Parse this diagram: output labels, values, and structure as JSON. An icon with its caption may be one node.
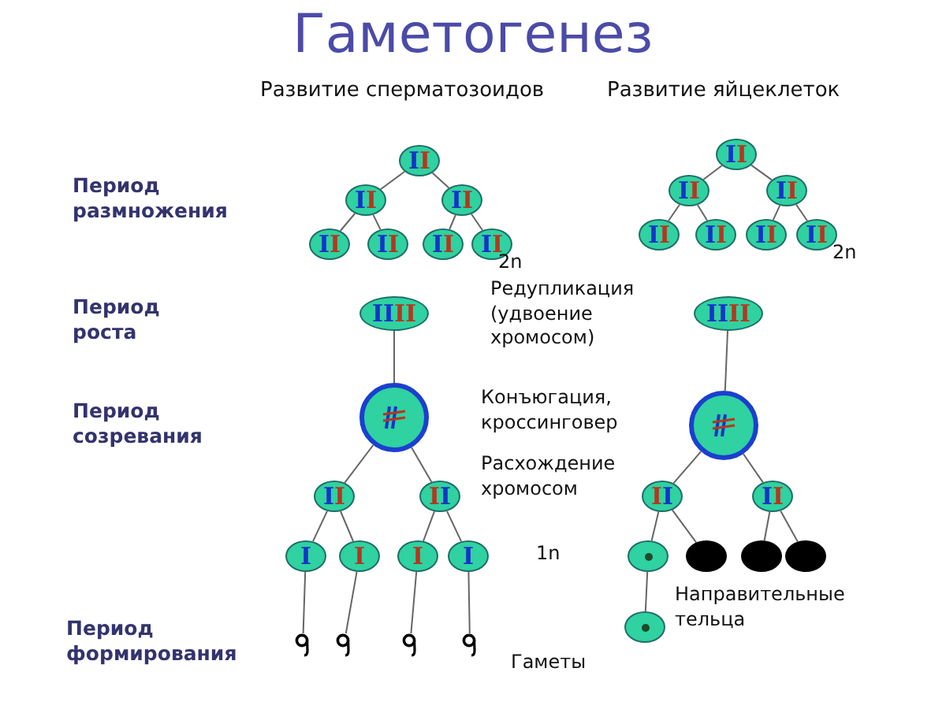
{
  "diagram": {
    "title": "Гаметогенез",
    "nodes": [
      {
        "text": [
          "II"
        ]
      },
      {
        "text": [
          "II"
        ]
      },
      {
        "text": [
          "II"
        ]
      },
      {
        "text": [
          "II"
        ]
      },
      {
        "text": [
          "II"
        ]
      },
      {
        "text": [
          "II"
        ]
      },
      {
        "text": [
          "II"
        ]
      },
      {
        "text": [
          "II"
        ]
      },
      {
        "text": [
          "II"
        ]
      },
      {
        "text": [
          "II"
        ]
      },
      {
        "text": [
          "II"
        ]
      },
      {
        "text": [
          "II"
        ]
      },
      {
        "text": [
          "II"
        ]
      },
      {
        "text": [
          "II"
        ]
      },
      {
        "text": [
          "IIII"
        ]
      },
      {
        "text": [
          "IIII"
        ]
      },
      {
        "text": [],
        "shape": "circle"
      },
      {
        "text": [],
        "shape": "circle"
      },
      {
        "text": [
          "II"
        ]
      },
      {
        "text": [
          "II"
        ]
      },
      {
        "text": [
          "II"
        ]
      },
      {
        "text": [
          "II"
        ]
      },
      {
        "text": [
          "I"
        ]
      },
      {
        "text": [
          "I"
        ]
      },
      {
        "text": [
          "I"
        ]
      },
      {
        "text": [
          "I"
        ]
      },
      {
        "text": [],
        "shape": "circle"
      },
      {
        "text": [],
        "shape": "circle"
      },
      {
        "text": [],
        "shape": "circle"
      },
      {
        "text": [],
        "shape": "circle"
      },
      {
        "text": [],
        "shape": "circle"
      },
      {
        "text": [],
        "shape": "sperm"
      },
      {
        "text": [],
        "shape": "sperm"
      },
      {
        "text": [],
        "shape": "sperm"
      },
      {
        "text": [],
        "shape": "sperm"
      }
    ],
    "edges": [
      {
        "from": 0,
        "to": 1,
        "arrow": "none"
      },
      {
        "from": 0,
        "to": 2,
        "arrow": "none"
      },
      {
        "from": 1,
        "to": 3,
        "arrow": "none"
      },
      {
        "from": 1,
        "to": 4,
        "arrow": "none"
      },
      {
        "from": 2,
        "to": 5,
        "arrow": "none"
      },
      {
        "from": 2,
        "to": 6,
        "arrow": "none"
      },
      {
        "from": 7,
        "to": 8,
        "arrow": "none"
      },
      {
        "from": 7,
        "to": 9,
        "arrow": "none"
      },
      {
        "from": 8,
        "to": 10,
        "arrow": "none"
      },
      {
        "from": 8,
        "to": 11,
        "arrow": "none"
      },
      {
        "from": 9,
        "to": 12,
        "arrow": "none"
      },
      {
        "from": 9,
        "to": 13,
        "arrow": "none"
      },
      {
        "from": 14,
        "to": 16,
        "arrow": "none"
      },
      {
        "from": 15,
        "to": 17,
        "arrow": "none"
      },
      {
        "from": 16,
        "to": 18,
        "arrow": "none"
      },
      {
        "from": 16,
        "to": 19,
        "arrow": "none"
      },
      {
        "from": 17,
        "to": 20,
        "arrow": "none"
      },
      {
        "from": 17,
        "to": 21,
        "arrow": "none"
      },
      {
        "from": 18,
        "to": 22,
        "arrow": "none"
      },
      {
        "from": 18,
        "to": 23,
        "arrow": "none"
      },
      {
        "from": 19,
        "to": 24,
        "arrow": "none"
      },
      {
        "from": 19,
        "to": 25,
        "arrow": "none"
      },
      {
        "from": 20,
        "to": 26,
        "arrow": "none"
      },
      {
        "from": 20,
        "to": 27,
        "arrow": "none"
      },
      {
        "from": 21,
        "to": 28,
        "arrow": "none"
      },
      {
        "from": 21,
        "to": 29,
        "arrow": "none"
      },
      {
        "from": 26,
        "to": 30,
        "arrow": "none"
      },
      {
        "from": 22,
        "to": 31,
        "arrow": "none"
      },
      {
        "from": 23,
        "to": 32,
        "arrow": "none"
      },
      {
        "from": 24,
        "to": 33,
        "arrow": "none"
      },
      {
        "from": 25,
        "to": 34,
        "arrow": "none"
      }
    ],
    "labels": [
      "Развитие сперматозоидов",
      "Развитие яйцеклеток",
      "Период размножения",
      "2n",
      "2n",
      "Период роста",
      "Редупликация (удвоение хромосом)",
      "Период созревания",
      "Конъюгация, кроссинговер",
      "Расхождение хромосом",
      "1n",
      "Направительные тельца",
      "Период формирования",
      "Гаметы"
    ]
  }
}
